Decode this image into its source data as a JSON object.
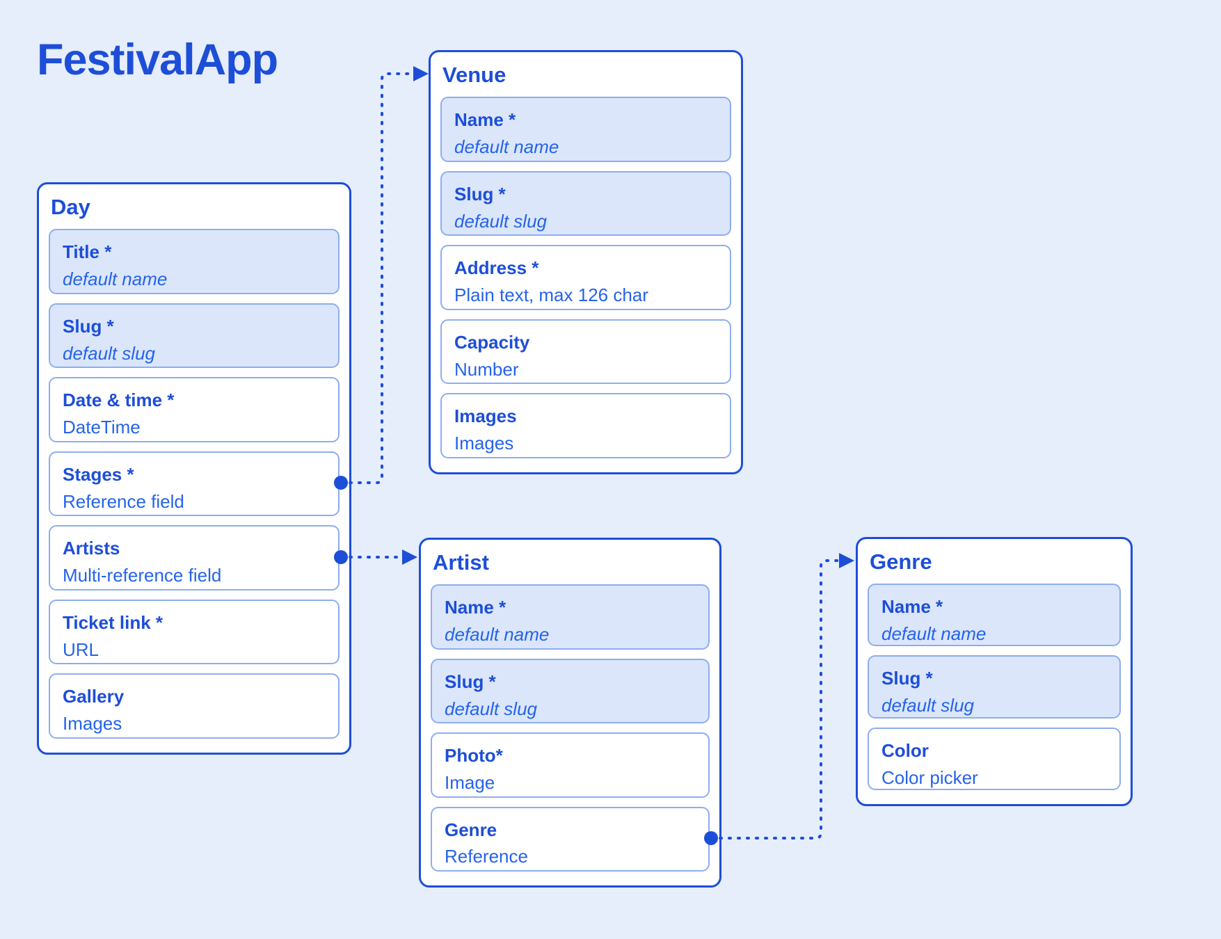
{
  "page": {
    "title": "FestivalApp"
  },
  "colors": {
    "background": "#e6edfb",
    "accent": "#1d4ed8",
    "value_text": "#2563eb",
    "field_fill": "#dbe6fa",
    "field_border": "#8dadf0",
    "card_background": "#ffffff"
  },
  "entities": [
    {
      "name": "Day",
      "fields": [
        {
          "label": "Title *",
          "value": "default name",
          "kind": "default-value"
        },
        {
          "label": "Slug *",
          "value": "default slug",
          "kind": "default-value"
        },
        {
          "label": "Date & time *",
          "value": "DateTime",
          "kind": "type"
        },
        {
          "label": "Stages *",
          "value": "Reference field",
          "kind": "type"
        },
        {
          "label": "Artists",
          "value": "Multi-reference field",
          "kind": "type"
        },
        {
          "label": "Ticket link *",
          "value": "URL",
          "kind": "type"
        },
        {
          "label": "Gallery",
          "value": "Images",
          "kind": "type"
        }
      ]
    },
    {
      "name": "Venue",
      "fields": [
        {
          "label": "Name *",
          "value": "default name",
          "kind": "default-value"
        },
        {
          "label": "Slug *",
          "value": "default slug",
          "kind": "default-value"
        },
        {
          "label": "Address *",
          "value": "Plain text, max 126 char",
          "kind": "type"
        },
        {
          "label": "Capacity",
          "value": "Number",
          "kind": "type"
        },
        {
          "label": "Images",
          "value": "Images",
          "kind": "type"
        }
      ]
    },
    {
      "name": "Artist",
      "fields": [
        {
          "label": "Name *",
          "value": "default name",
          "kind": "default-value"
        },
        {
          "label": "Slug *",
          "value": "default slug",
          "kind": "default-value"
        },
        {
          "label": "Photo*",
          "value": "Image",
          "kind": "type"
        },
        {
          "label": "Genre",
          "value": "Reference",
          "kind": "type"
        }
      ]
    },
    {
      "name": "Genre",
      "fields": [
        {
          "label": "Name *",
          "value": "default name",
          "kind": "default-value"
        },
        {
          "label": "Slug *",
          "value": "default slug",
          "kind": "default-value"
        },
        {
          "label": "Color",
          "value": "Color picker",
          "kind": "type"
        }
      ]
    }
  ],
  "connections": [
    {
      "from": "Day.Stages",
      "to": "Venue",
      "style": "dashed-arrow"
    },
    {
      "from": "Day.Artists",
      "to": "Artist",
      "style": "dashed-arrow"
    },
    {
      "from": "Artist.Genre",
      "to": "Genre",
      "style": "dashed-arrow"
    }
  ]
}
